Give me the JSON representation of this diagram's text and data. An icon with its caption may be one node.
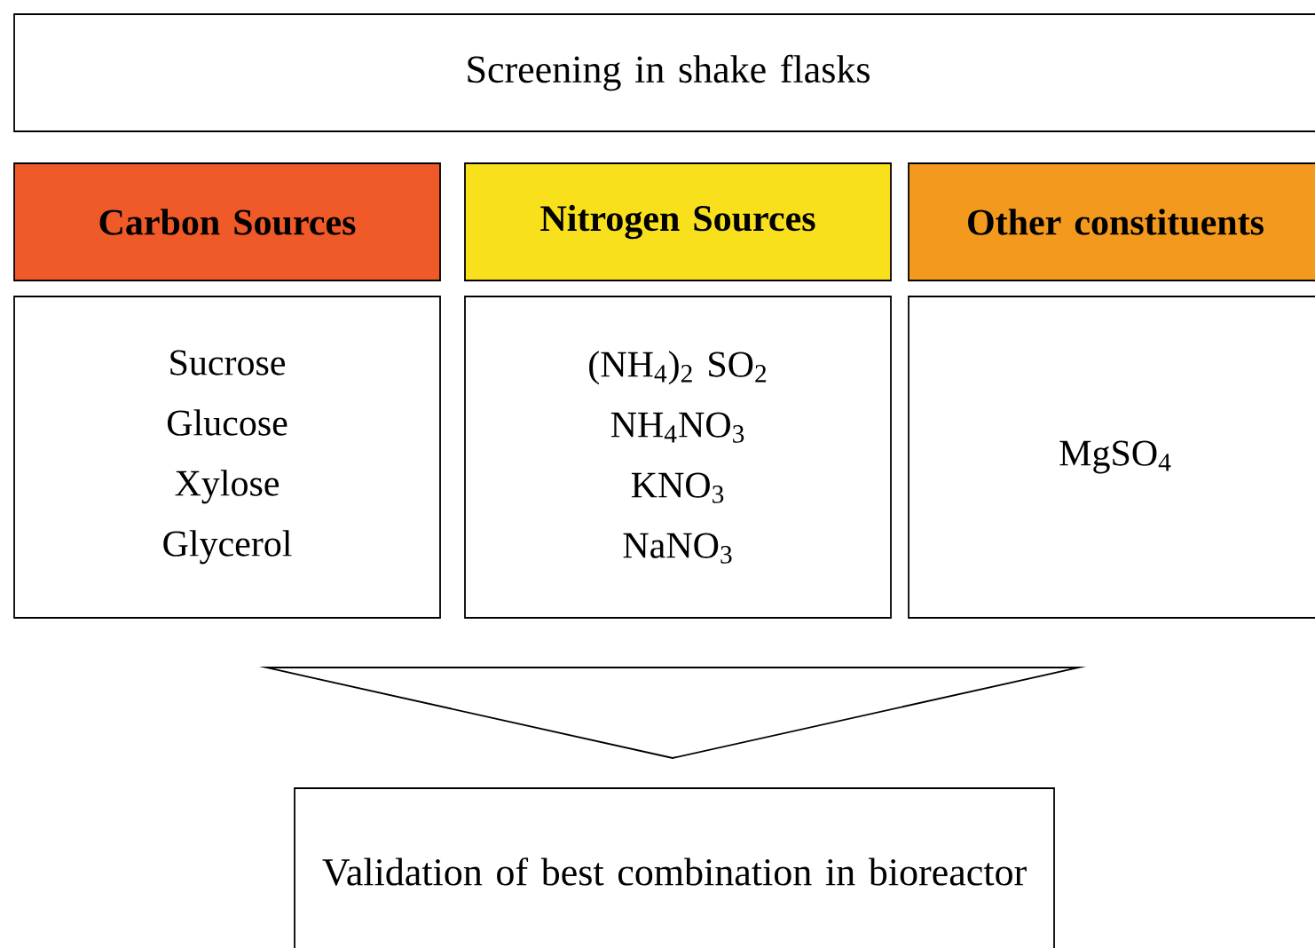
{
  "diagram": {
    "nodes": [
      {
        "text": [
          "Screening in shake flasks"
        ]
      },
      {
        "text": [
          "Carbon Sources"
        ]
      },
      {
        "text": [
          "Nitrogen Sources"
        ]
      },
      {
        "text": [
          "Other constituents"
        ]
      },
      {
        "text": [
          "Sucrose",
          "Glucose",
          "Xylose",
          "Glycerol"
        ]
      },
      {
        "text": [
          "(NH$_{4}$)$_{2}$ SO$_{2}$",
          "NH$_{4}$NO$_{3}$",
          "KNO$_{3}$",
          "NaNO$_{3}$"
        ]
      },
      {
        "text": [
          "MgSO$_{4}$"
        ]
      },
      {
        "text": [],
        "shape": "triangle"
      },
      {
        "text": [
          "Validation of best combination in bioreactor"
        ]
      }
    ]
  }
}
